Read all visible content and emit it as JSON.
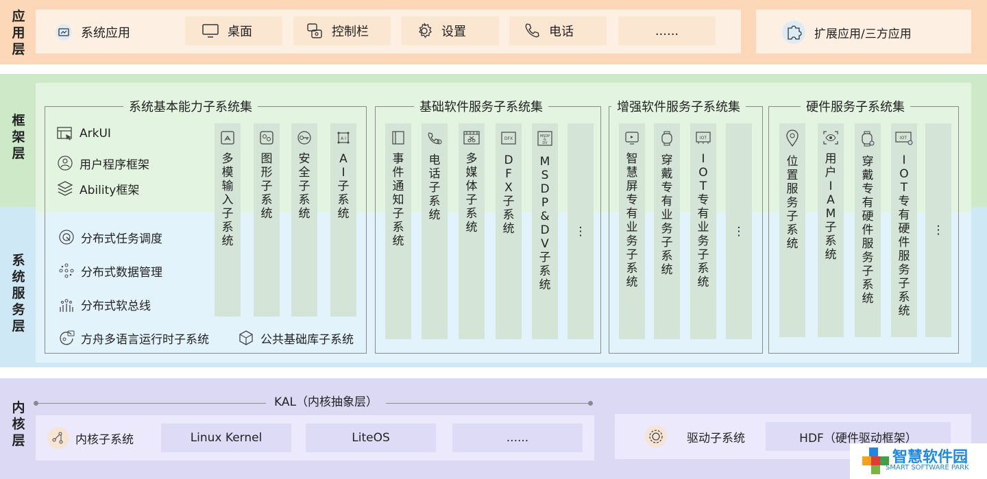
{
  "layers": {
    "app": "应\n用\n层",
    "framework": "框\n架\n层",
    "service": "系\n统\n服\n务\n层",
    "kernel": "内\n核\n层"
  },
  "app_layer": {
    "tiles": [
      {
        "label": "系统应用",
        "icon": "system-app-icon"
      },
      {
        "label": "桌面",
        "icon": "desktop-icon"
      },
      {
        "label": "控制栏",
        "icon": "control-bar-icon"
      },
      {
        "label": "设置",
        "icon": "settings-gear-icon"
      },
      {
        "label": "电话",
        "icon": "phone-icon"
      },
      {
        "label": "......",
        "icon": ""
      }
    ],
    "extension": {
      "label": "扩展应用/三方应用",
      "icon": "puzzle-icon"
    }
  },
  "groups": {
    "basic": {
      "title": "系统基本能力子系统集",
      "items_top": [
        "ArkUI",
        "用户程序框架",
        "Ability框架"
      ],
      "items_mid": [
        "分布式任务调度",
        "分布式数据管理",
        "分布式软总线"
      ],
      "items_bottom": [
        "方舟多语言运行时子系统",
        "公共基础库子系统"
      ],
      "columns": [
        "多\n模\n输\n入\n子\n系\n统",
        "图\n形\n子\n系\n统",
        "安\n全\n子\n系\n统",
        "A\nI\n子\n系\n统"
      ]
    },
    "base_software": {
      "title": "基础软件服务子系统集",
      "columns": [
        "事\n件\n通\n知\n子\n系\n统",
        "电\n话\n子\n系\n统",
        "多\n媒\n体\n子\n系\n统",
        "D\nF\nX\n子\n系\n统",
        "M\nS\nD\nP\n&\nD\nV\n子\n系\n统",
        "⋮"
      ]
    },
    "enhanced_software": {
      "title": "增强软件服务子系统集",
      "columns": [
        "智\n慧\n屏\n专\n有\n业\n务\n子\n系\n统",
        "穿\n戴\n专\n有\n业\n务\n子\n系\n统",
        "I\nO\nT\n专\n有\n业\n务\n子\n系\n统",
        "⋮"
      ]
    },
    "hardware": {
      "title": "硬件服务子系统集",
      "columns": [
        "位\n置\n服\n务\n子\n系\n统",
        "用\n户\nI\nA\nM\n子\n系\n统",
        "穿\n戴\n专\n有\n硬\n件\n服\n务\n子\n系\n统",
        "I\nO\nT\n专\n有\n硬\n件\n服\n务\n子\n系\n统",
        "⋮"
      ]
    }
  },
  "kernel_layer": {
    "kal": "KAL（内核抽象层）",
    "subsystem": "内核子系统",
    "kernels": [
      "Linux Kernel",
      "LiteOS",
      "......"
    ],
    "driver": "驱动子系统",
    "hdf": "HDF（硬件驱动框架）"
  },
  "logo": {
    "name": "智慧软件园",
    "sub": "SMART SOFTWARE PARK"
  },
  "colors": {
    "app_band": "#fcd8b8",
    "framework_band": "#cde9c8",
    "service_band": "#cfe8f5",
    "kernel_band": "#dcd9f5",
    "logo_blue": "#1e88e5"
  }
}
